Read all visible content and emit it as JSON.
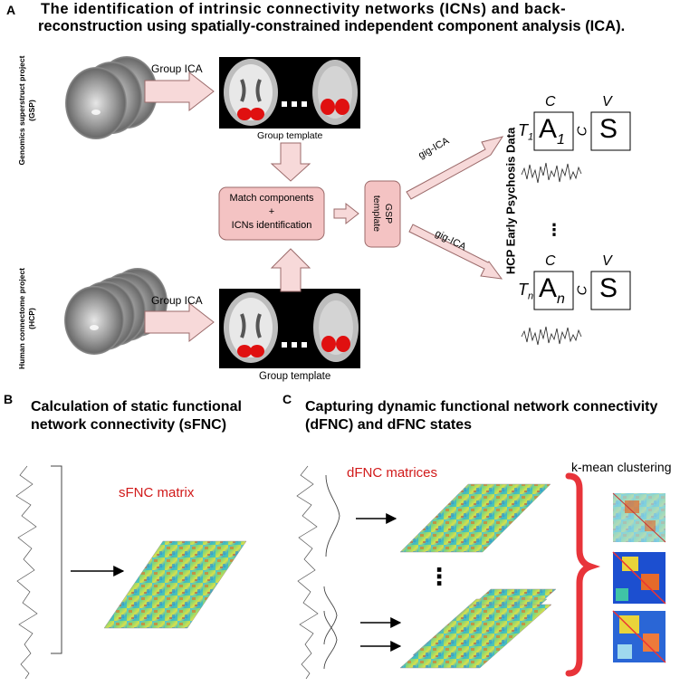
{
  "panelA": {
    "letter": "A",
    "title_line1": "The identification of intrinsic connectivity networks (ICNs) and back-",
    "title_line2": "reconstruction using spatially-constrained independent component analysis (ICA).",
    "gsp_label_line1": "Genomics superstruct project",
    "gsp_label_line2": "(GSP)",
    "hcp_label_line1": "Human connectome project",
    "hcp_label_line2": "(HCP)",
    "group_ica_top": "Group ICA",
    "group_ica_bottom": "Group ICA",
    "group_template_top": "Group template",
    "group_template_bottom": "Group template",
    "dots": "...",
    "match_line1": "Match components",
    "match_line2": "+",
    "match_line3": "ICNs identification",
    "gsp_template_line1": "GSP",
    "gsp_template_line2": "template",
    "gig_ica_top": "gig-ICA",
    "gig_ica_bottom": "gig-ICA",
    "hcp_vertical": "HCP Early Psychosis Data",
    "matrix_top": {
      "row": "T",
      "row_sub": "1",
      "col1": "C",
      "col2": "V",
      "A": "A",
      "A_sub": "1",
      "mid": "C",
      "S": "S"
    },
    "matrix_bottom": {
      "row": "T",
      "row_sub": "n",
      "col1": "C",
      "col2": "V",
      "A": "A",
      "A_sub": "n",
      "mid": "C",
      "S": "S"
    },
    "vdots": "⋮"
  },
  "panelB": {
    "letter": "B",
    "title_line1": "Calculation of static functional",
    "title_line2": "network connectivity (sFNC)",
    "matrix_label": "sFNC matrix"
  },
  "panelC": {
    "letter": "C",
    "title_line1": "Capturing dynamic functional network connectivity",
    "title_line2": "(dFNC) and dFNC states",
    "matrix_label": "dFNC matrices",
    "cluster_label": "k-mean clustering",
    "vdots": "⋮"
  },
  "colors": {
    "arrow_fill": "#f7d9d9",
    "arrow_stroke": "#9b6a6a",
    "box_fill": "#f4c3c3",
    "accent_red": "#d11a1a",
    "brace_red": "#e8343a"
  }
}
